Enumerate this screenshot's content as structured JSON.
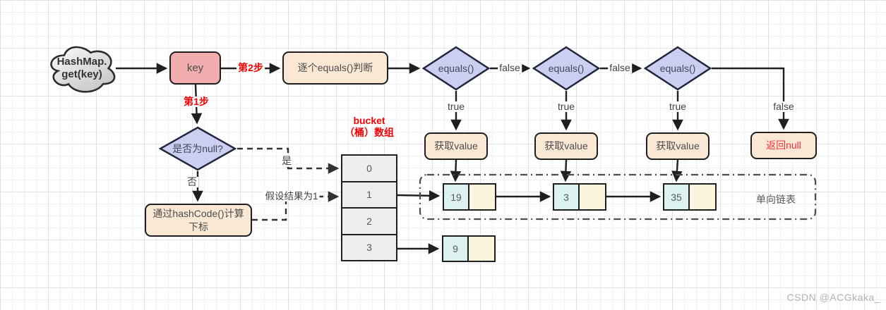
{
  "flow": {
    "cloud": {
      "line1": "HashMap.",
      "line2": "get(key)"
    },
    "key_box": "key",
    "step1_label": "第1步",
    "step2_label": "第2步",
    "judge_box": "逐个equals()判断",
    "diamonds": [
      "equals()",
      "equals()",
      "equals()"
    ],
    "true_labels": [
      "true",
      "true",
      "true"
    ],
    "false_labels": [
      "false",
      "false",
      "false"
    ],
    "value_boxes": [
      "获取value",
      "获取value",
      "获取value"
    ],
    "return_null_box": "返回null",
    "null_check_diamond": "是否为null?",
    "yes_label": "是",
    "no_label": "否",
    "hashcode_box": "通过hashCode()计算下标",
    "assume_label": "假设结果为1"
  },
  "bucket": {
    "title_line1": "bucket",
    "title_line2": "（桶）数组",
    "cells": [
      "0",
      "1",
      "2",
      "3"
    ]
  },
  "linked_list": {
    "label": "单向链表",
    "nodes": [
      "19",
      "3",
      "35"
    ],
    "extra_node": "9"
  },
  "watermark": {
    "text": "CSDN @ACGkaka_"
  },
  "colors": {
    "key_fill": "#F2AEAE",
    "process_fill": "#FAE7D4",
    "diamond_fill": "#CBCFF2",
    "bucket_fill": "#F0EDED",
    "node_value_fill": "#DCF2F0",
    "node_pointer_fill": "#FBF5DD",
    "stroke": "#1F1F1F",
    "step_red": "#F50000",
    "return_null_red": "#F5333C"
  }
}
